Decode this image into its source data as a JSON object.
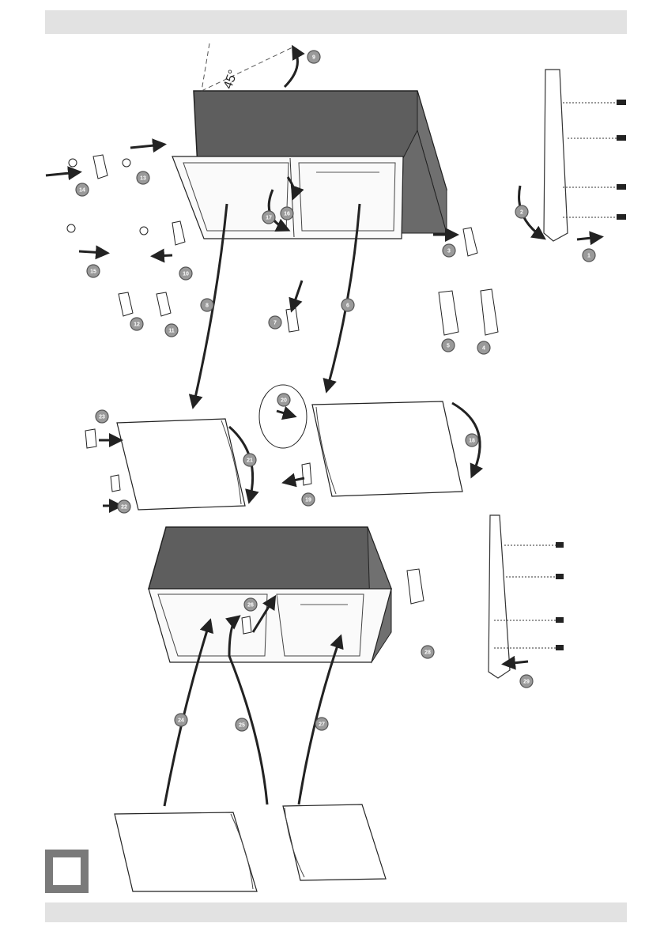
{
  "header": {
    "bar_color": "#e2e2e2"
  },
  "footer": {
    "bar_color": "#e2e2e2"
  },
  "angle_label": "45°",
  "language_box": {
    "label": ""
  },
  "colors": {
    "cabinet_top": "#5a5a5a",
    "cabinet_side": "#6e6e6e",
    "arrow": "#222222",
    "badge": "#9a9a9a"
  },
  "steps": [
    {
      "id": "step-1",
      "label": "1"
    },
    {
      "id": "step-2",
      "label": "2"
    },
    {
      "id": "step-3",
      "label": "3"
    },
    {
      "id": "step-4",
      "label": "4"
    },
    {
      "id": "step-5",
      "label": "5"
    },
    {
      "id": "step-6",
      "label": "6"
    },
    {
      "id": "step-7",
      "label": "7"
    },
    {
      "id": "step-8",
      "label": "8"
    },
    {
      "id": "step-9",
      "label": "9"
    },
    {
      "id": "step-10",
      "label": "10"
    },
    {
      "id": "step-11",
      "label": "11"
    },
    {
      "id": "step-12",
      "label": "12"
    },
    {
      "id": "step-13",
      "label": "13"
    },
    {
      "id": "step-14",
      "label": "14"
    },
    {
      "id": "step-15",
      "label": "15"
    },
    {
      "id": "step-16",
      "label": "16"
    },
    {
      "id": "step-17",
      "label": "17"
    },
    {
      "id": "step-18",
      "label": "18"
    },
    {
      "id": "step-19",
      "label": "19"
    },
    {
      "id": "step-20",
      "label": "20"
    },
    {
      "id": "step-21",
      "label": "21"
    },
    {
      "id": "step-22",
      "label": "22"
    },
    {
      "id": "step-23",
      "label": "23"
    },
    {
      "id": "step-24",
      "label": "24"
    },
    {
      "id": "step-25",
      "label": "25"
    },
    {
      "id": "step-26",
      "label": "26"
    },
    {
      "id": "step-27",
      "label": "27"
    },
    {
      "id": "step-28",
      "label": "28"
    },
    {
      "id": "step-29",
      "label": "29"
    }
  ]
}
